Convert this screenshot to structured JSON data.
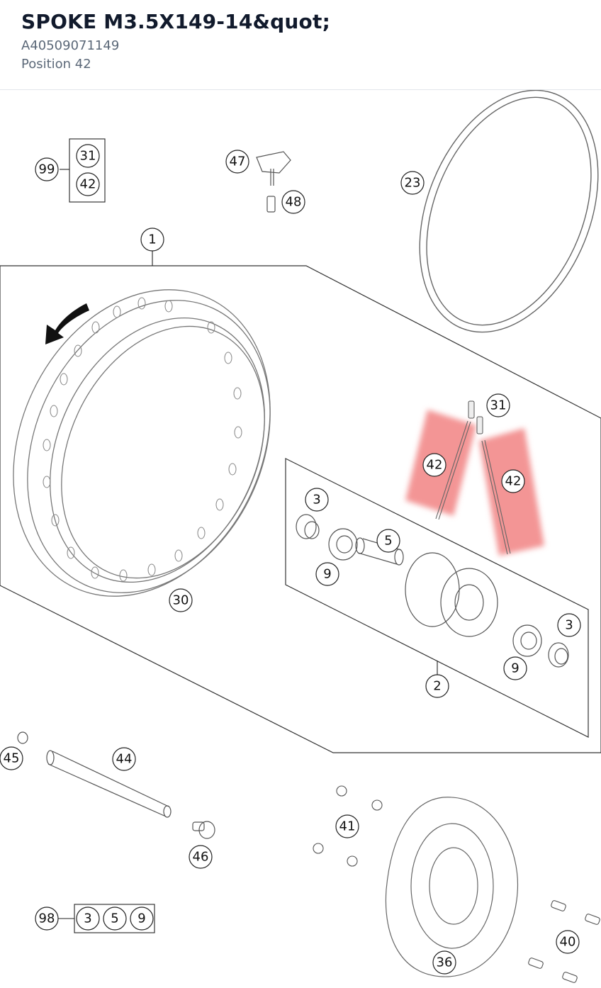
{
  "header": {
    "title": "SPOKE M3.5X149-14&quot;",
    "part_number": "A40509071149",
    "position": "Position 42"
  },
  "diagram": {
    "highlight_color": "#f07a7a",
    "callouts": {
      "c1": "1",
      "c2": "2",
      "c3a": "3",
      "c3b": "3",
      "c5": "5",
      "c9a": "9",
      "c9b": "9",
      "c23": "23",
      "c30": "30",
      "c31": "31",
      "c36": "36",
      "c40": "40",
      "c41": "41",
      "c42a": "42",
      "c42b": "42",
      "c44": "44",
      "c45": "45",
      "c46": "46",
      "c47": "47",
      "c48": "48",
      "c99": "99",
      "c99_31": "31",
      "c99_42": "42",
      "c98": "98",
      "c98_3": "3",
      "c98_5": "5",
      "c98_9": "9"
    }
  }
}
